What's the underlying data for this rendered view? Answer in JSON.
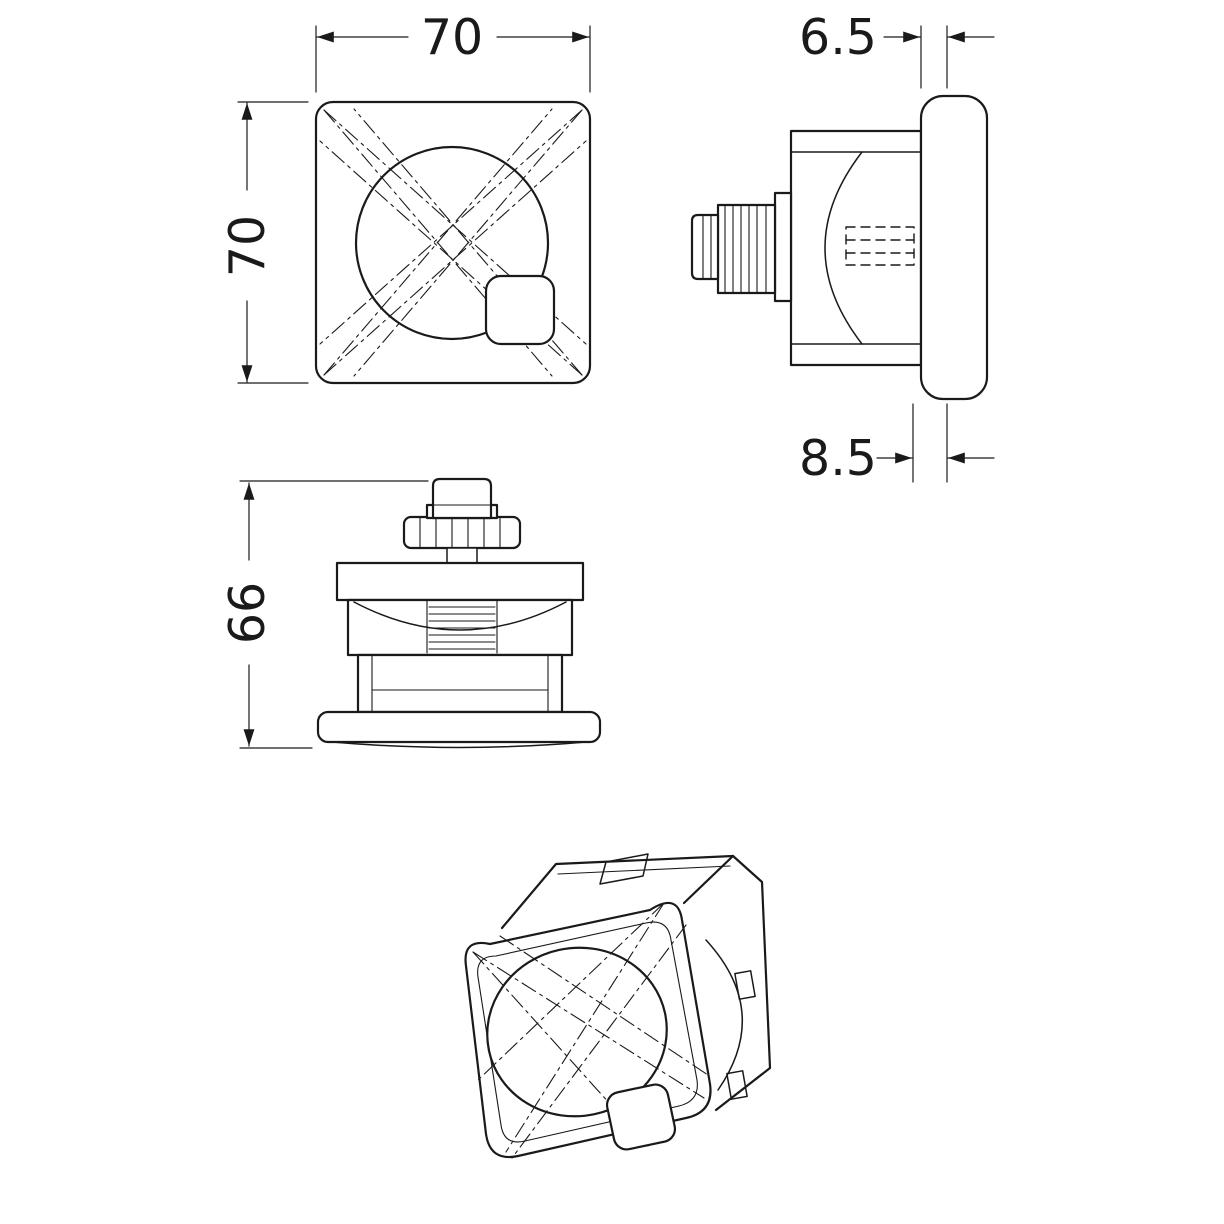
{
  "colors": {
    "line": "#1a1a1a",
    "background": "#ffffff"
  },
  "dimensions": {
    "front_width": "70",
    "front_height": "70",
    "side_upper": "6.5",
    "side_lower": "8.5",
    "elevation_height": "66"
  }
}
